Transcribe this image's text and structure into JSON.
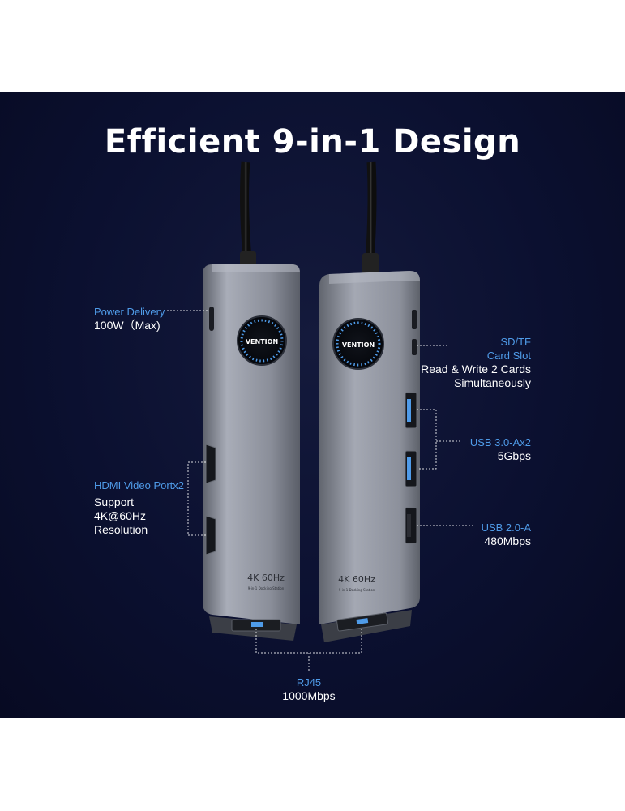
{
  "title": "Efficient 9-in-1 Design",
  "colors": {
    "background": "#0b1030",
    "accent": "#4f9be8",
    "text": "#ffffff",
    "device": "#9ea2ae"
  },
  "device": {
    "brand": "VENTION",
    "spec": "4K 60Hz",
    "spec_sub": "9-in-1 Docking Station"
  },
  "callouts": {
    "power": {
      "name": "Power Delivery",
      "detail": "100W（Max)"
    },
    "sdtf": {
      "name_line1": "SD/TF",
      "name_line2": "Card Slot",
      "detail_line1": "Read & Write 2 Cards",
      "detail_line2": "Simultaneously"
    },
    "usb3": {
      "name": "USB 3.0-Ax2",
      "detail": "5Gbps"
    },
    "hdmi": {
      "name": "HDMI Video Portx2",
      "detail_line1": "Support",
      "detail_line2": "4K@60Hz",
      "detail_line3": "Resolution"
    },
    "usb2": {
      "name": "USB 2.0-A",
      "detail": "480Mbps"
    },
    "rj45": {
      "name": "RJ45",
      "detail": "1000Mbps"
    }
  }
}
